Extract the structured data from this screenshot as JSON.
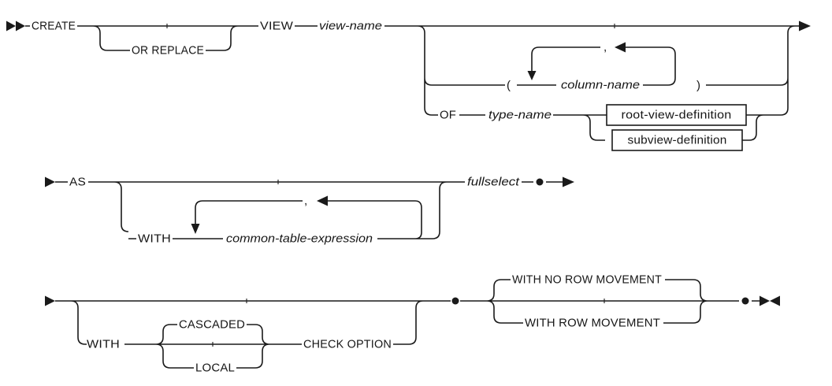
{
  "diagram": {
    "colors": {
      "line": "#1a1a1a",
      "text": "#161616",
      "box_fill": "#ffffff"
    },
    "row1": {
      "create": "CREATE",
      "or_replace": "OR REPLACE",
      "view": "VIEW",
      "view_name": "view-name",
      "open_paren": "(",
      "column_loop_comma": ",",
      "column_name": "column-name",
      "close_paren": ")",
      "of": "OF",
      "type_name": "type-name",
      "root_view_definition": "root-view-definition",
      "subview_definition": "subview-definition"
    },
    "row2": {
      "as": "AS",
      "with": "WITH",
      "cte_loop_comma": ",",
      "common_table_expression": "common-table-expression",
      "fullselect": "fullselect"
    },
    "row3": {
      "with": "WITH",
      "cascaded": "CASCADED",
      "local": "LOCAL",
      "check_option": "CHECK OPTION",
      "with_no_row_movement": "WITH NO ROW MOVEMENT",
      "with_row_movement": "WITH ROW MOVEMENT"
    }
  }
}
